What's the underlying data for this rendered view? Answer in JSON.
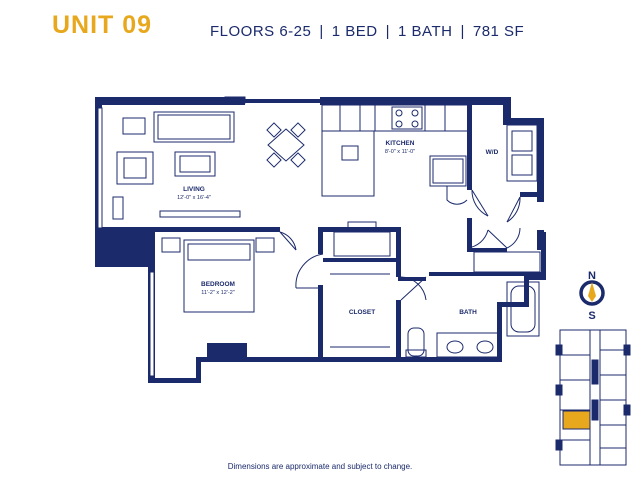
{
  "header": {
    "unit": "UNIT 09",
    "floors": "FLOORS 6-25",
    "beds": "1 BED",
    "baths": "1 BATH",
    "area": "781 SF",
    "separator": "|"
  },
  "rooms": {
    "living": {
      "name": "LIVING",
      "dims": "12'-0\" x 16'-4\""
    },
    "kitchen": {
      "name": "KITCHEN",
      "dims": "8'-0\" x 11'-0\""
    },
    "wd": {
      "name": "W/D"
    },
    "bedroom": {
      "name": "BEDROOM",
      "dims": "11'-2\" x 12'-2\""
    },
    "closet": {
      "name": "CLOSET"
    },
    "bath": {
      "name": "BATH"
    }
  },
  "compass": {
    "north": "N",
    "south": "S"
  },
  "footer": {
    "note": "Dimensions are approximate and subject to change."
  },
  "colors": {
    "wall": "#1B2A6B",
    "accent": "#E8A81E",
    "highlight": "#E8A81E"
  }
}
